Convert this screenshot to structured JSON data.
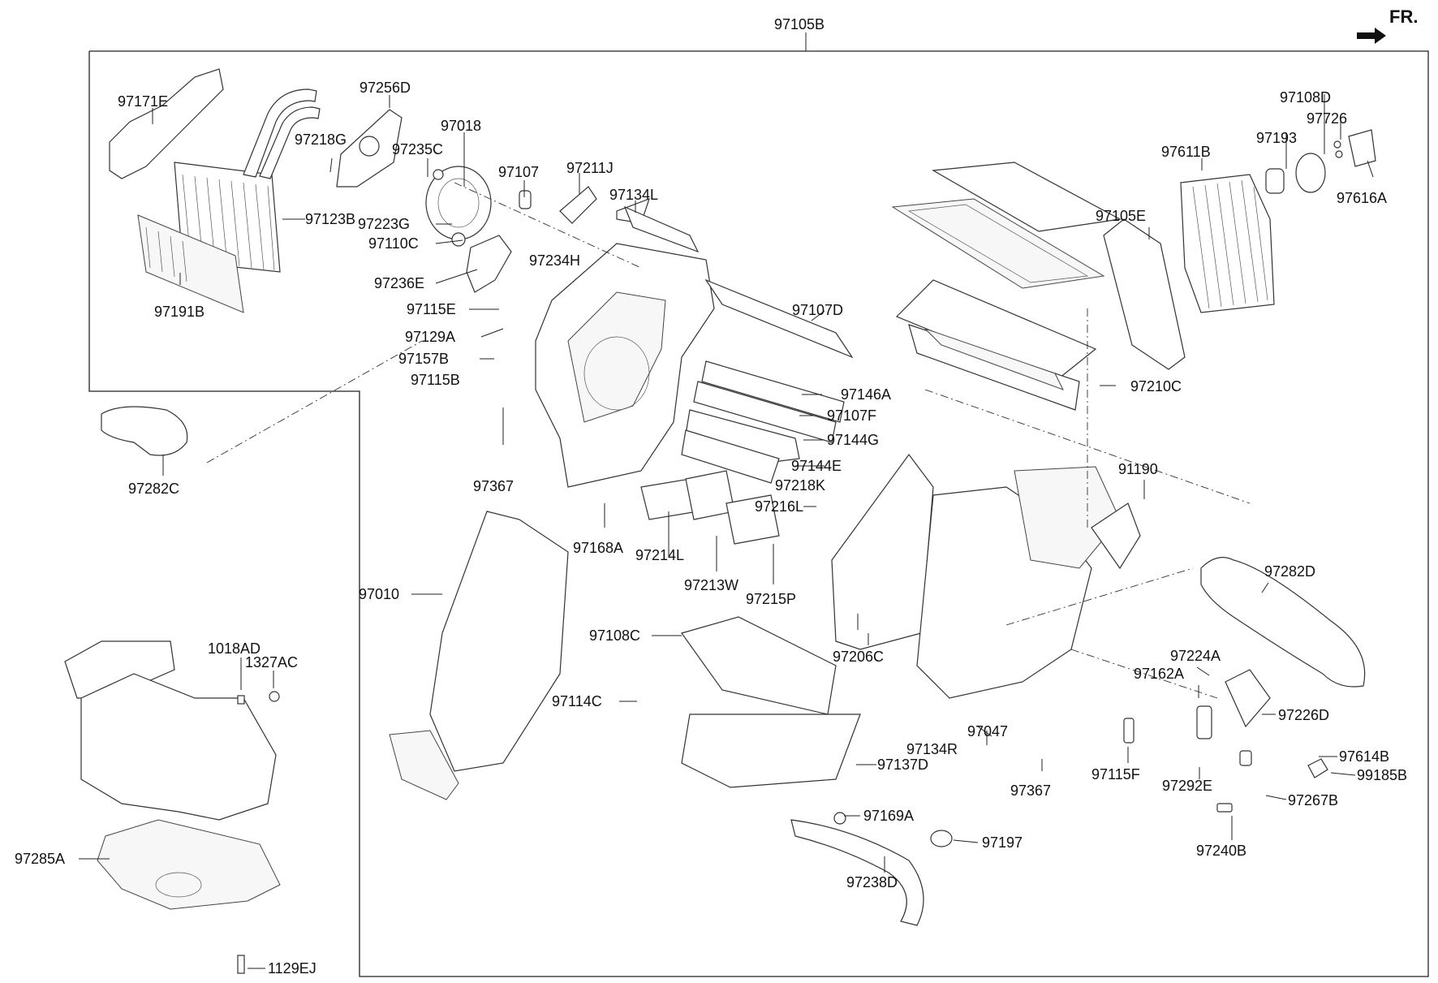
{
  "diagram": {
    "direction_label": "FR.",
    "labels": [
      {
        "id": "97105B"
      },
      {
        "id": "97171E"
      },
      {
        "id": "97256D"
      },
      {
        "id": "97018"
      },
      {
        "id": "97218G"
      },
      {
        "id": "97235C"
      },
      {
        "id": "97107"
      },
      {
        "id": "97211J"
      },
      {
        "id": "97134L"
      },
      {
        "id": "97123B"
      },
      {
        "id": "97223G"
      },
      {
        "id": "97110C"
      },
      {
        "id": "97234H"
      },
      {
        "id": "97236E"
      },
      {
        "id": "97115E"
      },
      {
        "id": "97191B"
      },
      {
        "id": "97129A"
      },
      {
        "id": "97157B"
      },
      {
        "id": "97115B"
      },
      {
        "id": "97107D"
      },
      {
        "id": "97146A"
      },
      {
        "id": "97107F"
      },
      {
        "id": "97144G"
      },
      {
        "id": "97144E"
      },
      {
        "id": "97218K"
      },
      {
        "id": "97216L"
      },
      {
        "id": "97282C"
      },
      {
        "id": "97367"
      },
      {
        "id": "97168A"
      },
      {
        "id": "97214L"
      },
      {
        "id": "97213W"
      },
      {
        "id": "97215P"
      },
      {
        "id": "97010"
      },
      {
        "id": "97108C"
      },
      {
        "id": "97206C"
      },
      {
        "id": "97114C"
      },
      {
        "id": "97137D"
      },
      {
        "id": "97169A"
      },
      {
        "id": "97197"
      },
      {
        "id": "97238D"
      },
      {
        "id": "97108D"
      },
      {
        "id": "97726"
      },
      {
        "id": "97193"
      },
      {
        "id": "97611B"
      },
      {
        "id": "97616A"
      },
      {
        "id": "97105E"
      },
      {
        "id": "97210C"
      },
      {
        "id": "91190"
      },
      {
        "id": "97282D"
      },
      {
        "id": "97224A"
      },
      {
        "id": "97162A"
      },
      {
        "id": "97226D"
      },
      {
        "id": "97134R"
      },
      {
        "id": "97047"
      },
      {
        "id": "97614B"
      },
      {
        "id": "99185B"
      },
      {
        "id": "97115F"
      },
      {
        "id": "97292E"
      },
      {
        "id": "97367"
      },
      {
        "id": "97267B"
      },
      {
        "id": "97240B"
      },
      {
        "id": "1018AD"
      },
      {
        "id": "1327AC"
      },
      {
        "id": "97285A"
      },
      {
        "id": "1129EJ"
      }
    ]
  }
}
